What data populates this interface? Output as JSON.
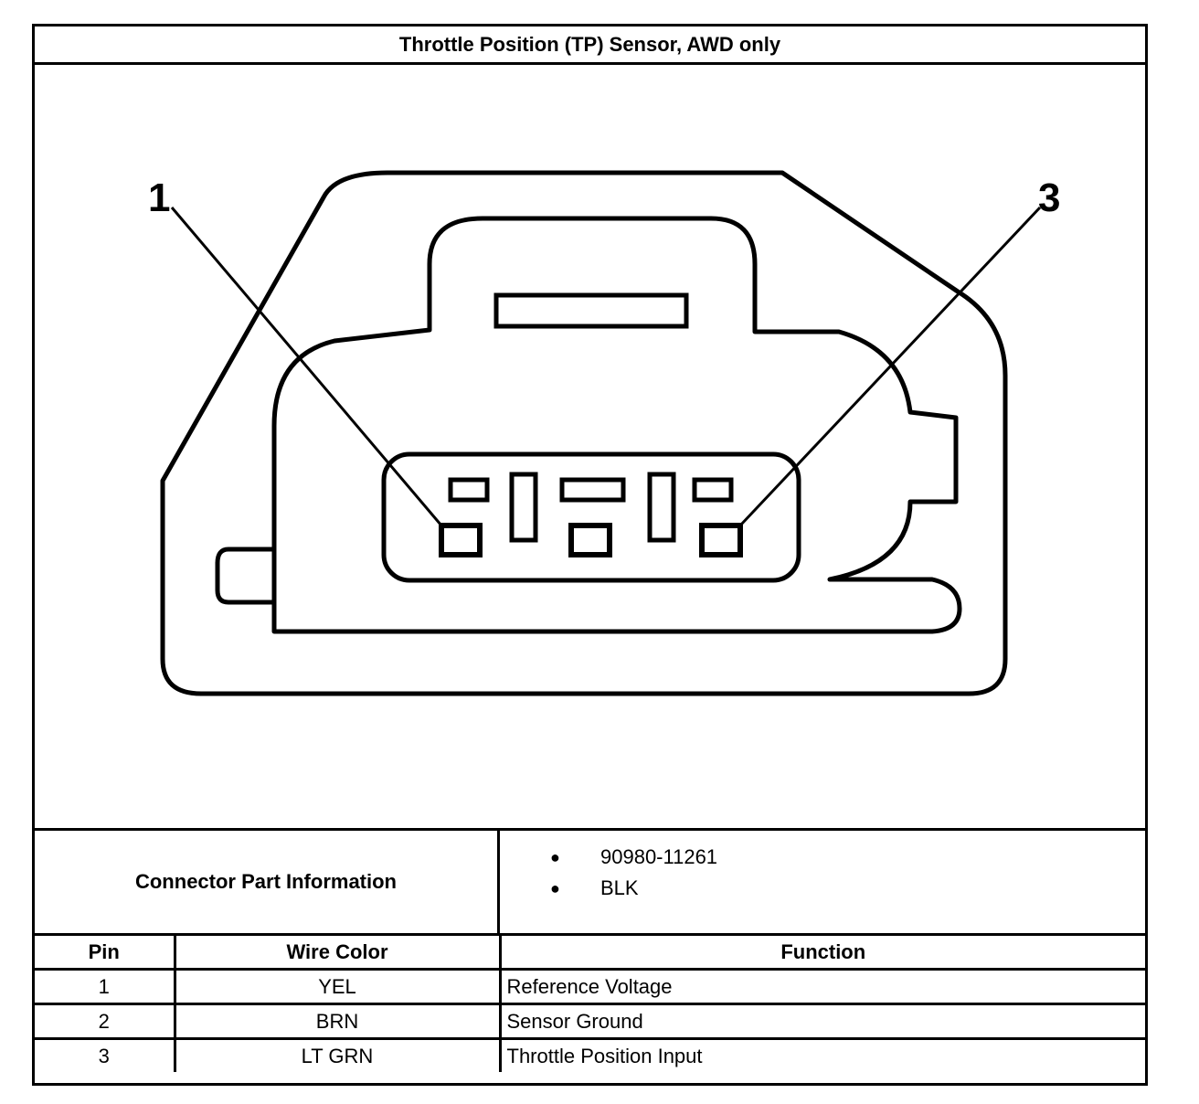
{
  "title": "Throttle Position (TP) Sensor, AWD only",
  "diagram": {
    "callouts": [
      {
        "label": "1"
      },
      {
        "label": "3"
      }
    ]
  },
  "connector_info": {
    "label": "Connector Part Information",
    "items": [
      "90980-11261",
      "BLK"
    ]
  },
  "pin_table": {
    "headers": {
      "pin": "Pin",
      "wire_color": "Wire Color",
      "function": "Function"
    },
    "rows": [
      {
        "pin": "1",
        "wire_color": "YEL",
        "function": "Reference Voltage"
      },
      {
        "pin": "2",
        "wire_color": "BRN",
        "function": "Sensor Ground"
      },
      {
        "pin": "3",
        "wire_color": "LT GRN",
        "function": "Throttle Position Input"
      }
    ]
  }
}
